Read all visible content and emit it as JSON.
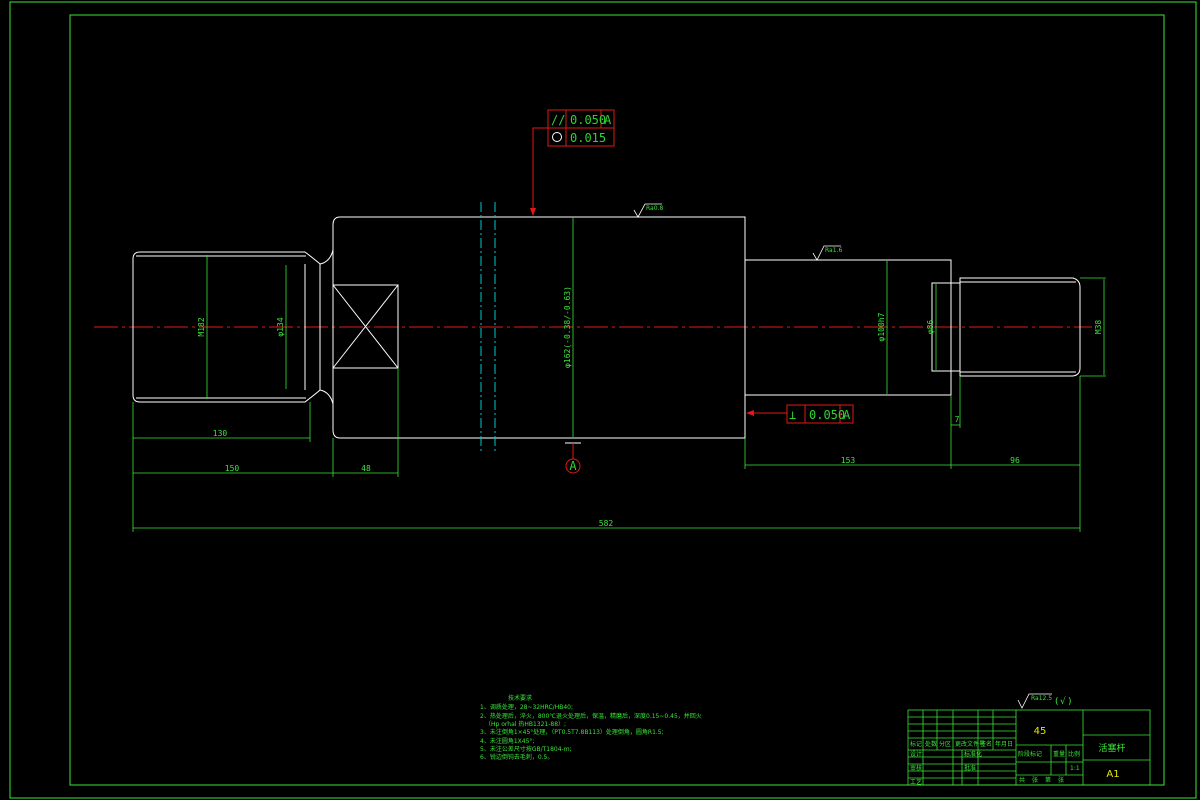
{
  "dimensions": {
    "m_thread_left": "M182",
    "dia_neck_left": "φ134",
    "dia_body": "φ162(-0.38/-0.63)",
    "dia_bearing": "φ100h7",
    "dia_neck_right": "φ86",
    "m_thread_right": "M38",
    "len_130": "130",
    "len_150": "150",
    "len_48": "48",
    "len_153": "153",
    "len_96": "96",
    "len_7": "7",
    "len_total": "582"
  },
  "tolerances": {
    "parallelism_symbol": "//",
    "parallelism_value": "0.050",
    "parallelism_datum": "A",
    "roundness_value": "0.015",
    "perpendicularity_symbol": "⊥",
    "perpendicularity_value": "0.050",
    "perpendicularity_datum": "A",
    "datum_label": "A"
  },
  "roughness": {
    "body": "Ra0.8",
    "bearing": "Ra1.6",
    "general": "Ra12.5"
  },
  "notes": {
    "title": "技术要求",
    "lines": [
      "1、调质处理，28~32HRC/HB40;",
      "2、热处理后，淬火，800℃退火处理后，保温，精磨后，深度0.15~0.45，并回火",
      "（Hp orhal 热HB1321-88）;",
      "3、未注倒角1×45°处理，（PT0.5T7.8B113）处理倒角，圆角R1.5;",
      "4、未注圆角1X45°;",
      "5、未注公差尺寸按GB/T1804-m;",
      "6、锐边倒钝去毛刺，0.5。"
    ]
  },
  "title_block": {
    "material": "45",
    "part_name": "活塞杆",
    "sheet_size": "A1",
    "scale": "1:1",
    "headers": [
      "标记",
      "处数",
      "分区",
      "更改文件号",
      "签名",
      "年月日"
    ],
    "roles": [
      "设计",
      "审核",
      "工艺",
      "标准化",
      "批准"
    ],
    "info_labels": [
      "阶段标记",
      "重量",
      "比例"
    ],
    "sheet_labels": [
      "共",
      "张",
      "第",
      "张"
    ]
  },
  "colors": {
    "frame": "#39e639",
    "geometry": "#ffffff",
    "centerline": "#e01818",
    "dimension": "#39e639",
    "cyan": "#00c8c8",
    "fcf_box": "#e01818",
    "highlight": "#e6e600"
  }
}
